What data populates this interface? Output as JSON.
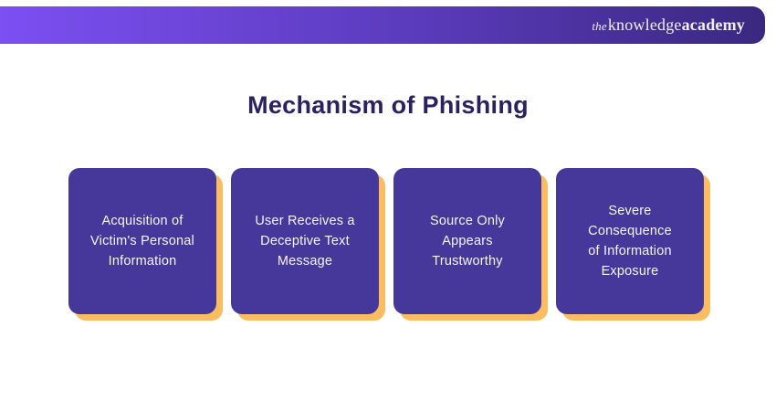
{
  "header": {
    "logo": {
      "the": "the",
      "knowledge": "knowledge",
      "academy": "academy"
    }
  },
  "title": "Mechanism of Phishing",
  "cards": [
    {
      "lines": [
        "Acquisition of",
        "Victim's Personal",
        "Information"
      ]
    },
    {
      "lines": [
        "User Receives a",
        "Deceptive Text",
        "Message"
      ]
    },
    {
      "lines": [
        "Source Only",
        "Appears",
        "Trustworthy"
      ]
    },
    {
      "lines": [
        "Severe",
        "Consequence",
        "of Information",
        "Exposure"
      ]
    }
  ],
  "colors": {
    "header_gradient_start": "#7c4ff2",
    "header_gradient_end": "#3a2880",
    "card_background": "#46389b",
    "card_shadow": "#fbbd5f",
    "title_color": "#2c2160",
    "card_text_color": "#f7f4fb",
    "logo_text_color": "#f3eff9"
  }
}
